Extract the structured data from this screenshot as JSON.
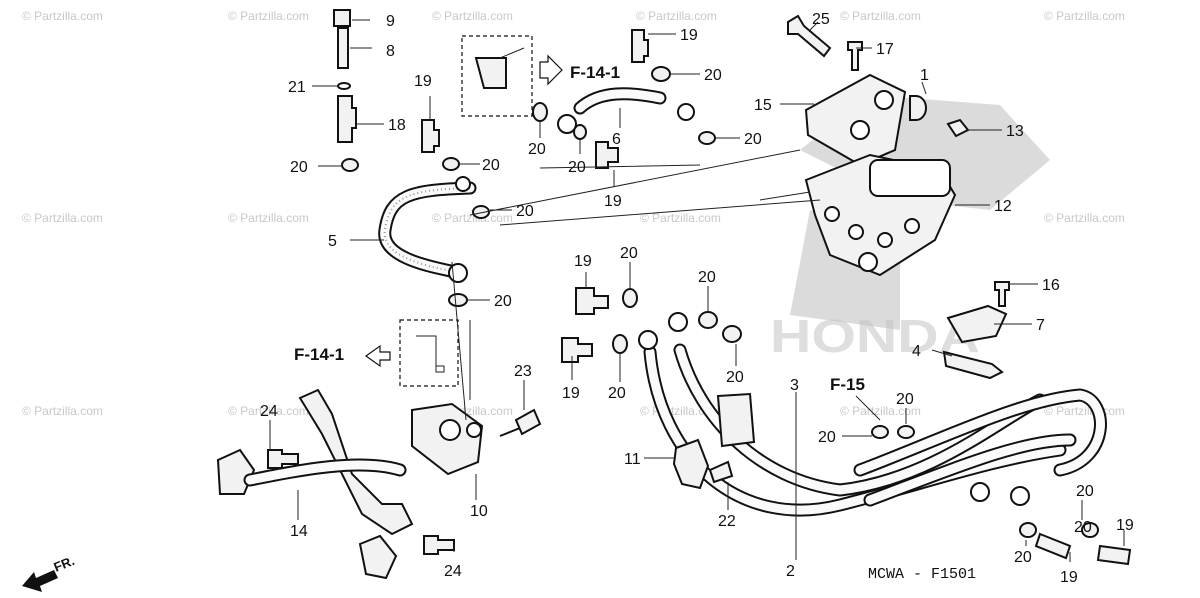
{
  "diagram_code": "MCWA - F1501",
  "direction_label": "FR.",
  "watermark_text": "© Partzilla.com",
  "brand_watermark": "HONDA",
  "references": [
    "F-14-1",
    "F-14-1",
    "F-15"
  ],
  "callouts": [
    "1",
    "2",
    "3",
    "4",
    "5",
    "6",
    "7",
    "8",
    "9",
    "10",
    "11",
    "12",
    "13",
    "14",
    "15",
    "16",
    "17",
    "18",
    "19",
    "20",
    "21",
    "22",
    "23",
    "24",
    "25"
  ],
  "callout_instances": [
    "9",
    "8",
    "21",
    "18",
    "20",
    "5",
    "19",
    "20",
    "20",
    "20",
    "19",
    "20",
    "6",
    "20",
    "20",
    "19",
    "20",
    "25",
    "17",
    "1",
    "15",
    "13",
    "12",
    "16",
    "7",
    "4",
    "19",
    "20",
    "20",
    "20",
    "19",
    "20",
    "20",
    "3",
    "20",
    "20",
    "11",
    "22",
    "2",
    "23",
    "24",
    "14",
    "10",
    "24",
    "20",
    "19",
    "20",
    "19"
  ],
  "colors": {
    "ink": "#111111",
    "watermark": "#c8c8c8",
    "honda_logo": "#bdbdbd"
  }
}
